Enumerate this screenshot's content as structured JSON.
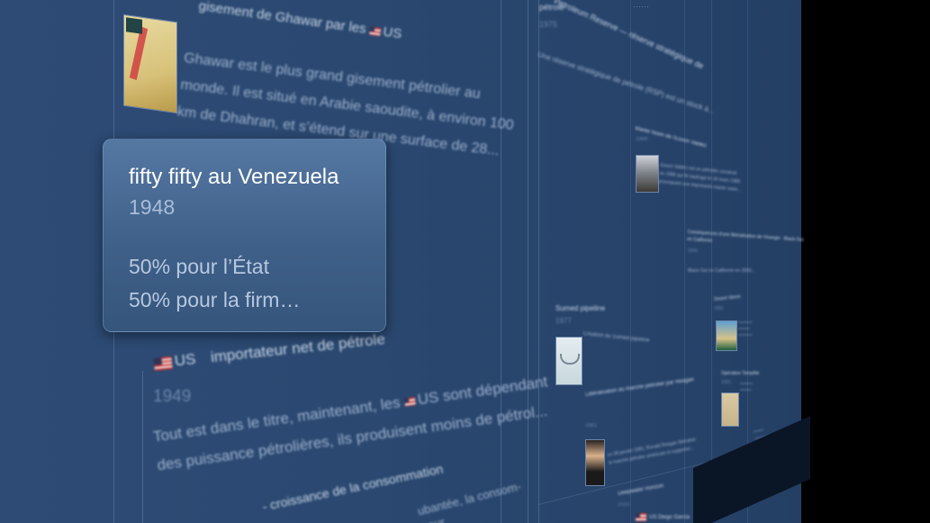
{
  "popup": {
    "title": "fifty fifty au Venezuela",
    "year": "1948",
    "line1": "50% pour l’État",
    "line2": "50% pour la firm…"
  },
  "left_column": {
    "ghawar": {
      "title": "gisement de Ghawar par les",
      "country": "US",
      "body1": "Ghawar est le plus grand gisement pétrolier au",
      "body2": "monde. Il est situé en Arabie saoudite, à environ 100",
      "body3": "km de Dhahran, et s’étend sur une surface de 28..."
    },
    "importateur": {
      "country": "US",
      "title": "importateur net de pétrole",
      "year": "1949",
      "body1": "Tout est dans le titre, maintenant, les",
      "country_inline": "US",
      "body1b": "sont dépendant",
      "body2": "des puissance pétrolières, ils produisent moins de pétrol..."
    },
    "croissance": {
      "title": "- croissance de la consommation",
      "body1": "ubantée, la consom-",
      "body2": "pour"
    }
  },
  "right_column": {
    "reserve": {
      "title_a": "pétrole",
      "title_b": "Petroleum Reserve — réserve stratégique de",
      "year": "1975",
      "body": "Une réserve stratégique de pétrole (RSP) est un stock à..."
    },
    "maree": {
      "title": "Marée Noire de l'Exxon Valdez",
      "year": "1989",
      "body1": "Exxon Valdez est un pétrolier construit",
      "body2": "en 1986 qui fit naufrage le 24 mars 1989",
      "body3": "provoquant une importante marée noire..."
    },
    "californie": {
      "title1": "Conséquences d'une libéralisation de l'énergie : Black Out",
      "title2": "en Californie",
      "year": "2000",
      "body": "Black Out en Californie en 2000..."
    },
    "sumed": {
      "title": "Sumed pipeline",
      "year": "1977",
      "body": "Création du Sumed pipeline"
    },
    "reagan": {
      "title": "Libéralisation du marché pétrolier par Reagan",
      "year": "1981",
      "body1": "Le 28 janvier 1981, Ronald Reagan libéralise",
      "body2": "le marché pétrolier américain et supprime..."
    },
    "deepwater": {
      "title": "Deepwater Horizon",
      "year": "2010"
    },
    "desert": {
      "title": "Desert Storm",
      "year": "1991"
    },
    "desert_storm2": {
      "title": "Opération Tempête",
      "year": "1991"
    },
    "gorge": {
      "title1": "Diego Garcia",
      "country": "US"
    }
  },
  "colors": {
    "wall": "#2a4870",
    "popup_top": "#5578a3",
    "popup_bottom": "#35557c",
    "text": "#9eb2cf"
  }
}
